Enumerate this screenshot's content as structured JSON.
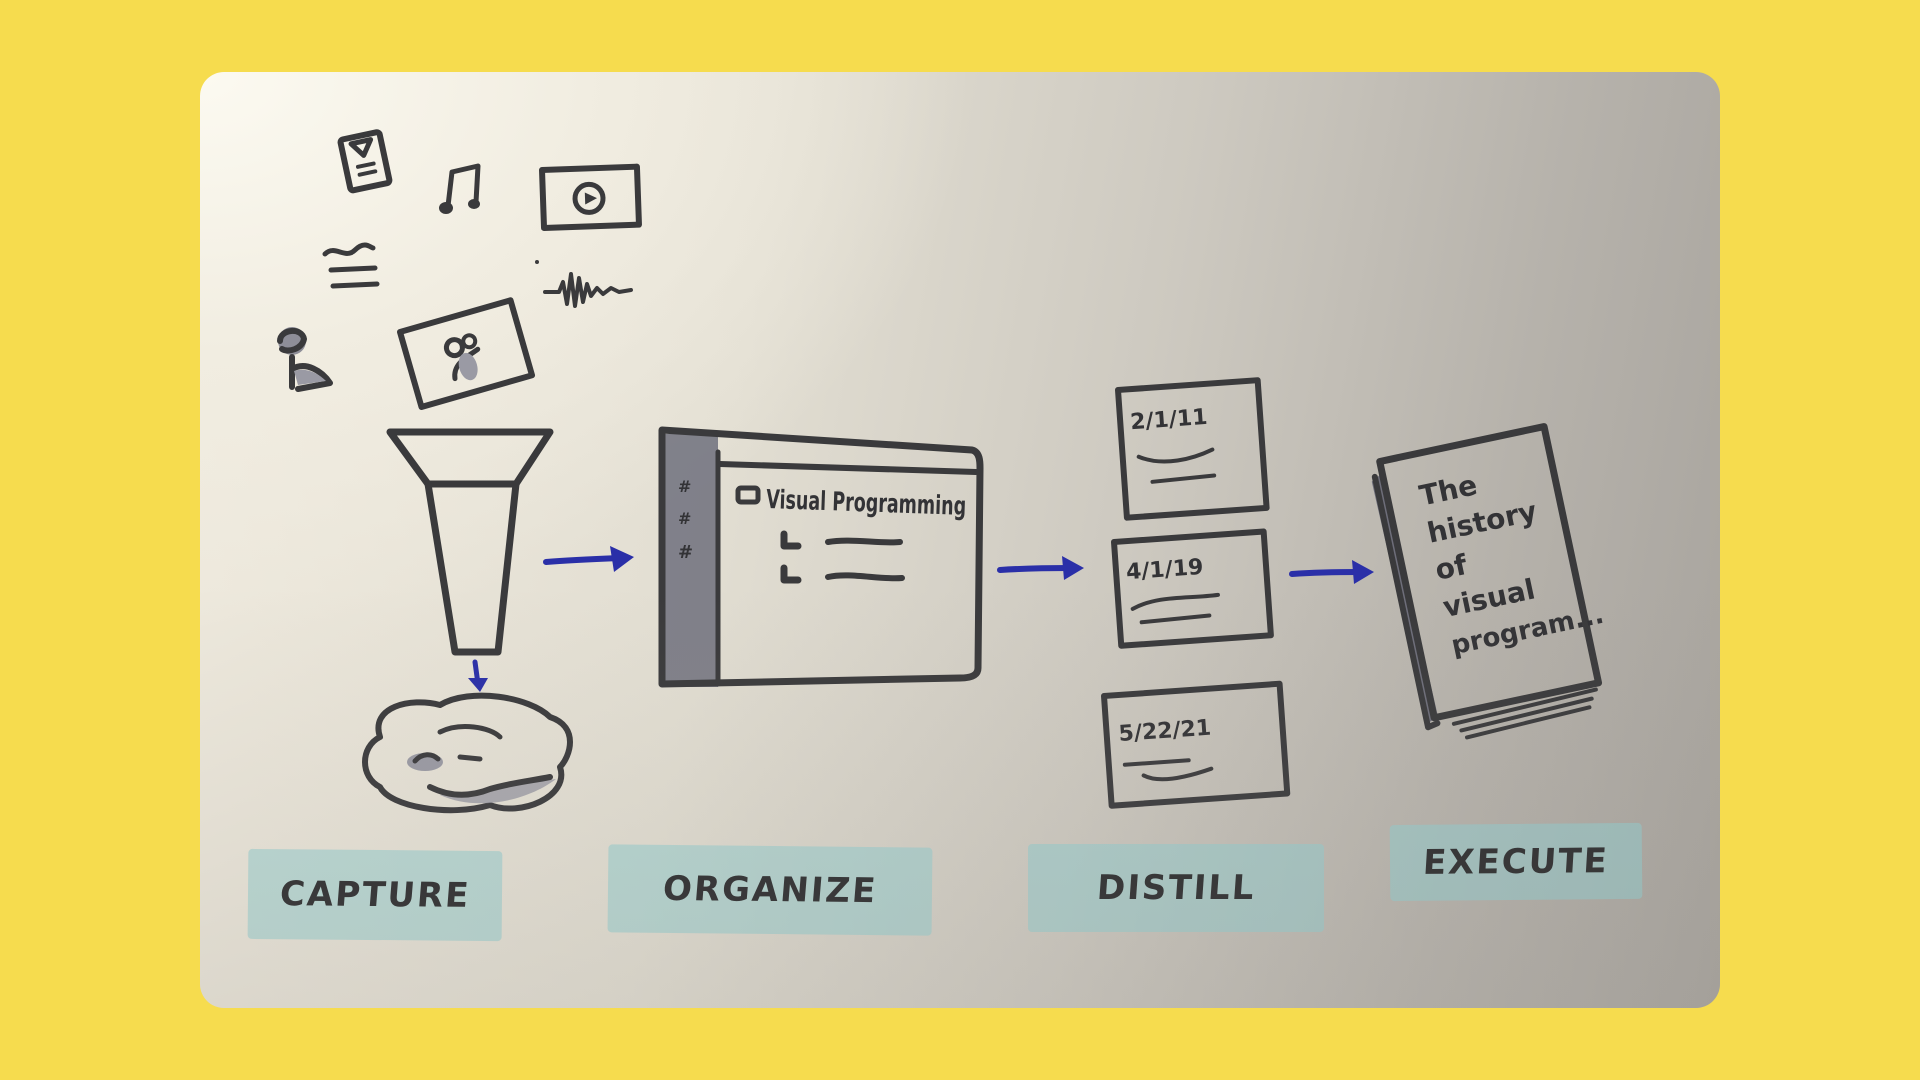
{
  "colors": {
    "background": "#f6dc4e",
    "paper": "#eeeadf",
    "ink": "#3a3a3c",
    "arrow": "#2a2fa8",
    "highlight": "#92cdcf",
    "shade": "#8a8a94"
  },
  "stages": [
    {
      "id": "capture",
      "label": "CAPTURE"
    },
    {
      "id": "organize",
      "label": "ORGANIZE"
    },
    {
      "id": "distill",
      "label": "DISTILL"
    },
    {
      "id": "execute",
      "label": "EXECUTE"
    }
  ],
  "capture": {
    "icons": [
      "document-icon",
      "music-note-icon",
      "video-player-icon",
      "text-lines-icon",
      "audio-waveform-icon",
      "person-icon",
      "photo-icon"
    ],
    "funnel": "funnel-icon",
    "brain": "brain-icon"
  },
  "organize": {
    "window_title": "Visual Programming",
    "sidebar_symbols": [
      "#",
      "#",
      "#"
    ],
    "items": [
      "—",
      "—"
    ]
  },
  "distill": {
    "notes": [
      {
        "date": "2/1/11"
      },
      {
        "date": "4/1/19"
      },
      {
        "date": "5/22/21"
      }
    ]
  },
  "execute": {
    "book_title_lines": [
      "The",
      "history",
      "of",
      "visual",
      "program..."
    ]
  }
}
